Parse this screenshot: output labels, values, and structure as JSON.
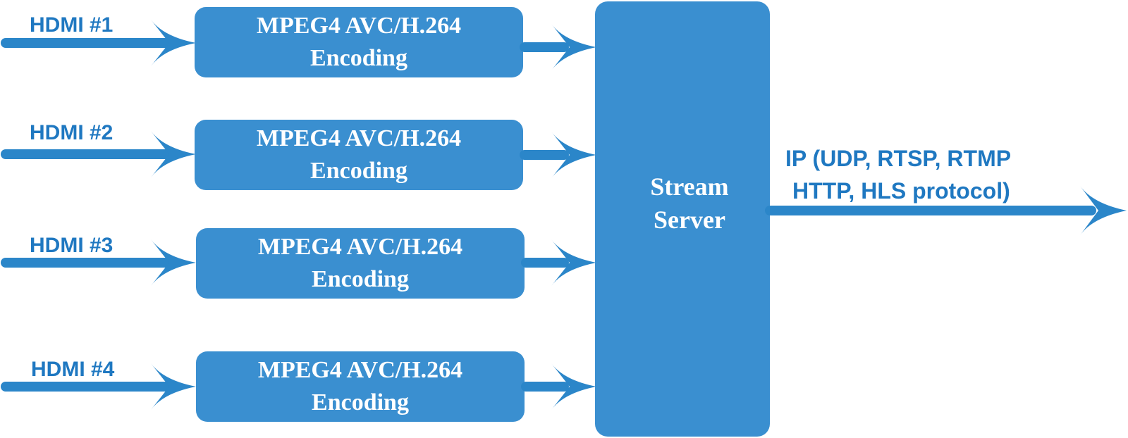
{
  "colors": {
    "box": "#3a8fd0",
    "arrow": "#2b86c9",
    "label": "#1f78c1",
    "box_text": "#ffffff"
  },
  "icons": {
    "arrow": "arrow-right-icon"
  },
  "inputs": [
    {
      "label": "HDMI #1",
      "encoder": [
        "MPEG4 AVC/H.264",
        "Encoding"
      ]
    },
    {
      "label": "HDMI #2",
      "encoder": [
        "MPEG4 AVC/H.264",
        "Encoding"
      ]
    },
    {
      "label": "HDMI #3",
      "encoder": [
        "MPEG4 AVC/H.264",
        "Encoding"
      ]
    },
    {
      "label": "HDMI #4",
      "encoder": [
        "MPEG4 AVC/H.264",
        "Encoding"
      ]
    }
  ],
  "server": {
    "lines": [
      "Stream",
      "Server"
    ]
  },
  "output": {
    "lines": [
      "IP (UDP, RTSP, RTMP",
      "HTTP, HLS protocol)"
    ]
  }
}
